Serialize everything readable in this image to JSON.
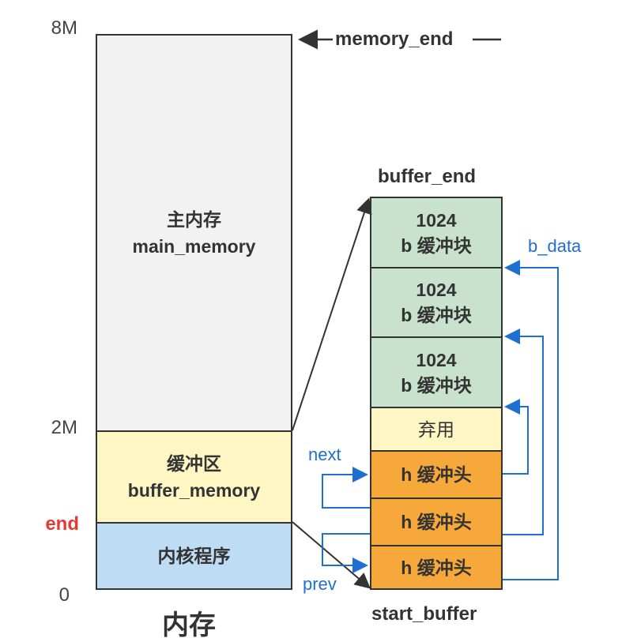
{
  "ticks": {
    "top": "8M",
    "mid": "2M",
    "end": "end",
    "zero": "0"
  },
  "memory": {
    "main_line1": "主内存",
    "main_line2": "main_memory",
    "buffer_line1": "缓冲区",
    "buffer_line2": "buffer_memory",
    "kernel": "内核程序",
    "caption": "内存"
  },
  "labels": {
    "memory_end": "memory_end",
    "buffer_end": "buffer_end",
    "start_buffer": "start_buffer",
    "b_data": "b_data",
    "next": "next",
    "prev": "prev"
  },
  "buffer_blocks": [
    {
      "line1": "1024",
      "line2": "b 缓冲块"
    },
    {
      "line1": "1024",
      "line2": "b 缓冲块"
    },
    {
      "line1": "1024",
      "line2": "b 缓冲块"
    }
  ],
  "unused": "弃用",
  "buffer_heads": [
    "h 缓冲头",
    "h 缓冲头",
    "h 缓冲头"
  ],
  "colors": {
    "main": "#f2f2f2",
    "buffer": "#fef6c3",
    "kernel": "#bfdcf5",
    "block": "#c8e2cd",
    "head": "#f7a83a",
    "arrow_blue": "#1e6fd0",
    "end_red": "#e53935"
  }
}
